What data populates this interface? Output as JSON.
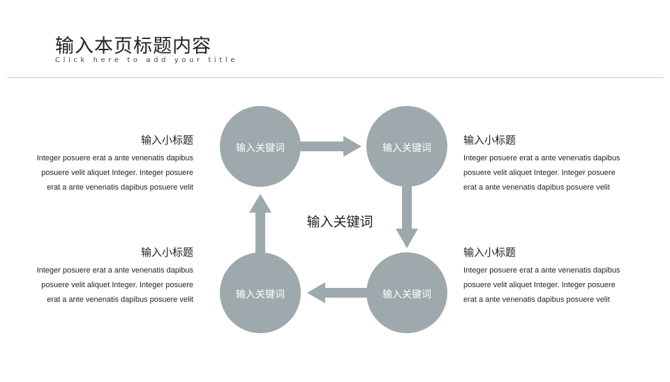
{
  "title": "输入本页标题内容",
  "subtitle": "Click here to add your title",
  "center_keyword": "输入关键词",
  "colors": {
    "node": "#9ea9ad",
    "text": "#222222",
    "divider": "#cccccc"
  },
  "nodes": [
    {
      "label": "输入关键词"
    },
    {
      "label": "输入关键词"
    },
    {
      "label": "输入关键词"
    },
    {
      "label": "输入关键词"
    }
  ],
  "blocks": [
    {
      "heading": "输入小标题",
      "lines": [
        "Integer posuere erat a ante venenatis dapibus",
        "posuere velit aliquet Integer. Integer posuere",
        "erat a ante venenatis dapibus posuere velit"
      ]
    },
    {
      "heading": "输入小标题",
      "lines": [
        "Integer posuere erat a ante venenatis dapibus",
        "posuere velit aliquet Integer. Integer posuere",
        "erat a ante venenatis dapibus posuere velit"
      ]
    },
    {
      "heading": "输入小标题",
      "lines": [
        "Integer posuere erat a ante venenatis dapibus",
        "posuere velit aliquet Integer. Integer posuere",
        "erat a ante venenatis dapibus posuere velit"
      ]
    },
    {
      "heading": "输入小标题",
      "lines": [
        "Integer posuere erat a ante venenatis dapibus",
        "posuere velit aliquet Integer. Integer posuere",
        "erat a ante venenatis dapibus posuere velit"
      ]
    }
  ]
}
